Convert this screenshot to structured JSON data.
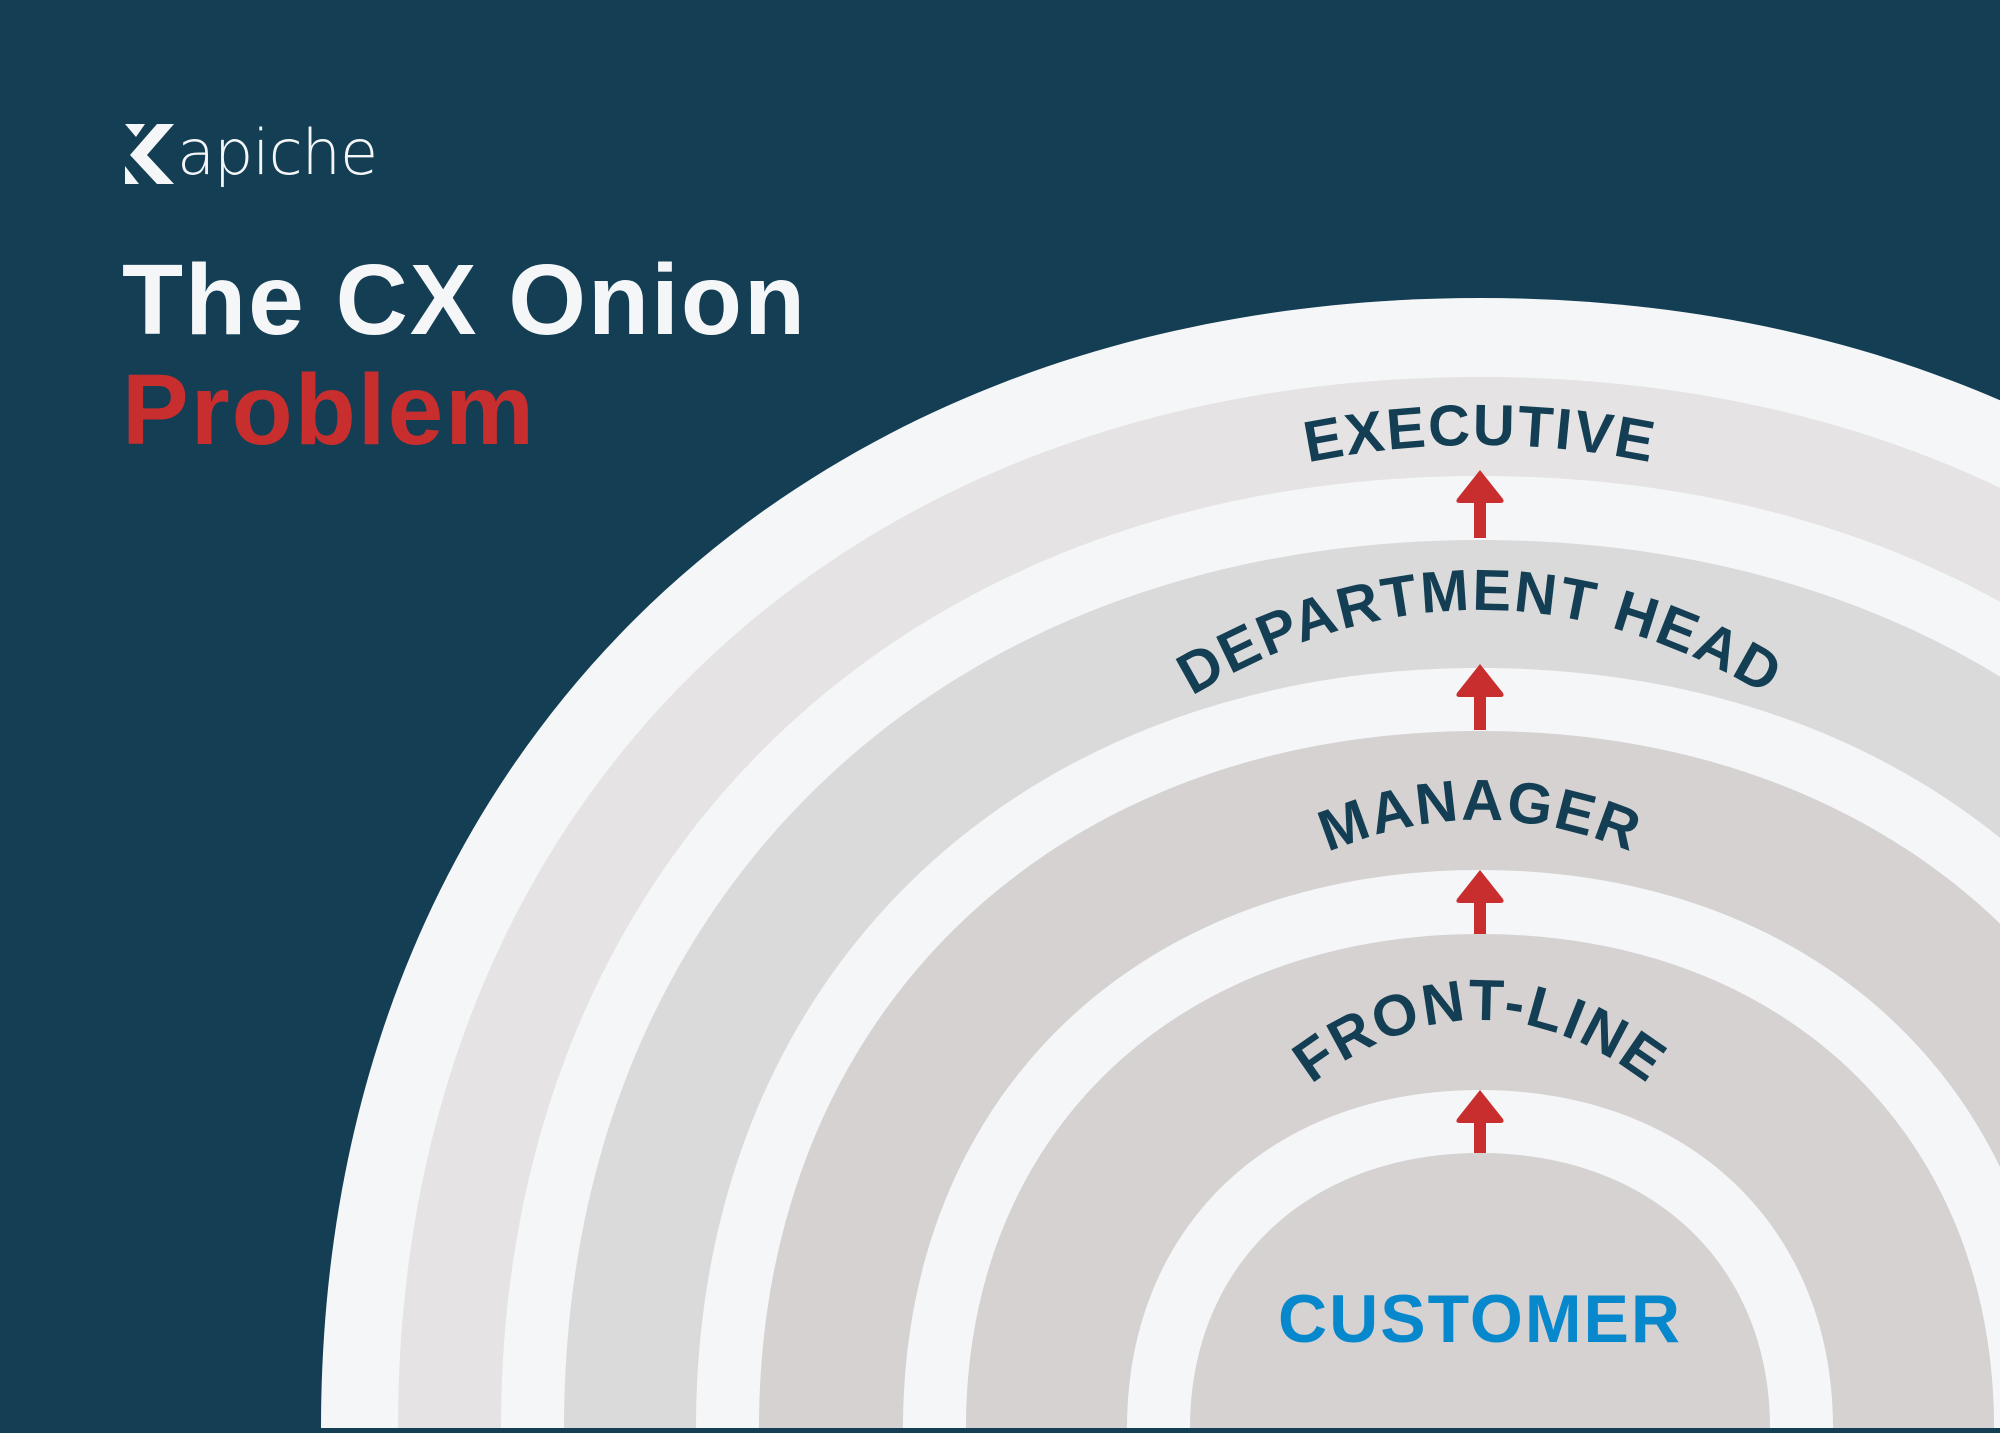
{
  "brand": {
    "name": "apiche",
    "logo_letter": "K",
    "full_name": "Kapiche"
  },
  "title": {
    "line1": "The CX Onion",
    "line2": "Problem"
  },
  "colors": {
    "background": "#133e54",
    "title_primary": "#f4f6f8",
    "title_accent": "#c92e2f",
    "label_text": "#133e54",
    "customer_text": "#0888cc",
    "arrow": "#c92e2f",
    "gap_band": "#f4f6f8",
    "executive_band": "#e5e3e3",
    "department_head_band": "#dadada",
    "manager_band": "#d5d2d1",
    "front_line_band": "#d5d2d1",
    "customer_band": "#d5d2d1"
  },
  "layers": [
    {
      "label": "EXECUTIVE"
    },
    {
      "label": "DEPARTMENT HEAD"
    },
    {
      "label": "MANAGER"
    },
    {
      "label": "FRONT-LINE"
    },
    {
      "label": "CUSTOMER"
    }
  ],
  "arrows": [
    {
      "direction": "up",
      "from": "DEPARTMENT HEAD",
      "to": "EXECUTIVE"
    },
    {
      "direction": "up",
      "from": "MANAGER",
      "to": "DEPARTMENT HEAD"
    },
    {
      "direction": "up",
      "from": "FRONT-LINE",
      "to": "MANAGER"
    },
    {
      "direction": "up",
      "from": "CUSTOMER",
      "to": "FRONT-LINE"
    }
  ],
  "icons": {
    "logo": "kapiche-logo-icon",
    "arrow": "arrow-up-icon"
  }
}
